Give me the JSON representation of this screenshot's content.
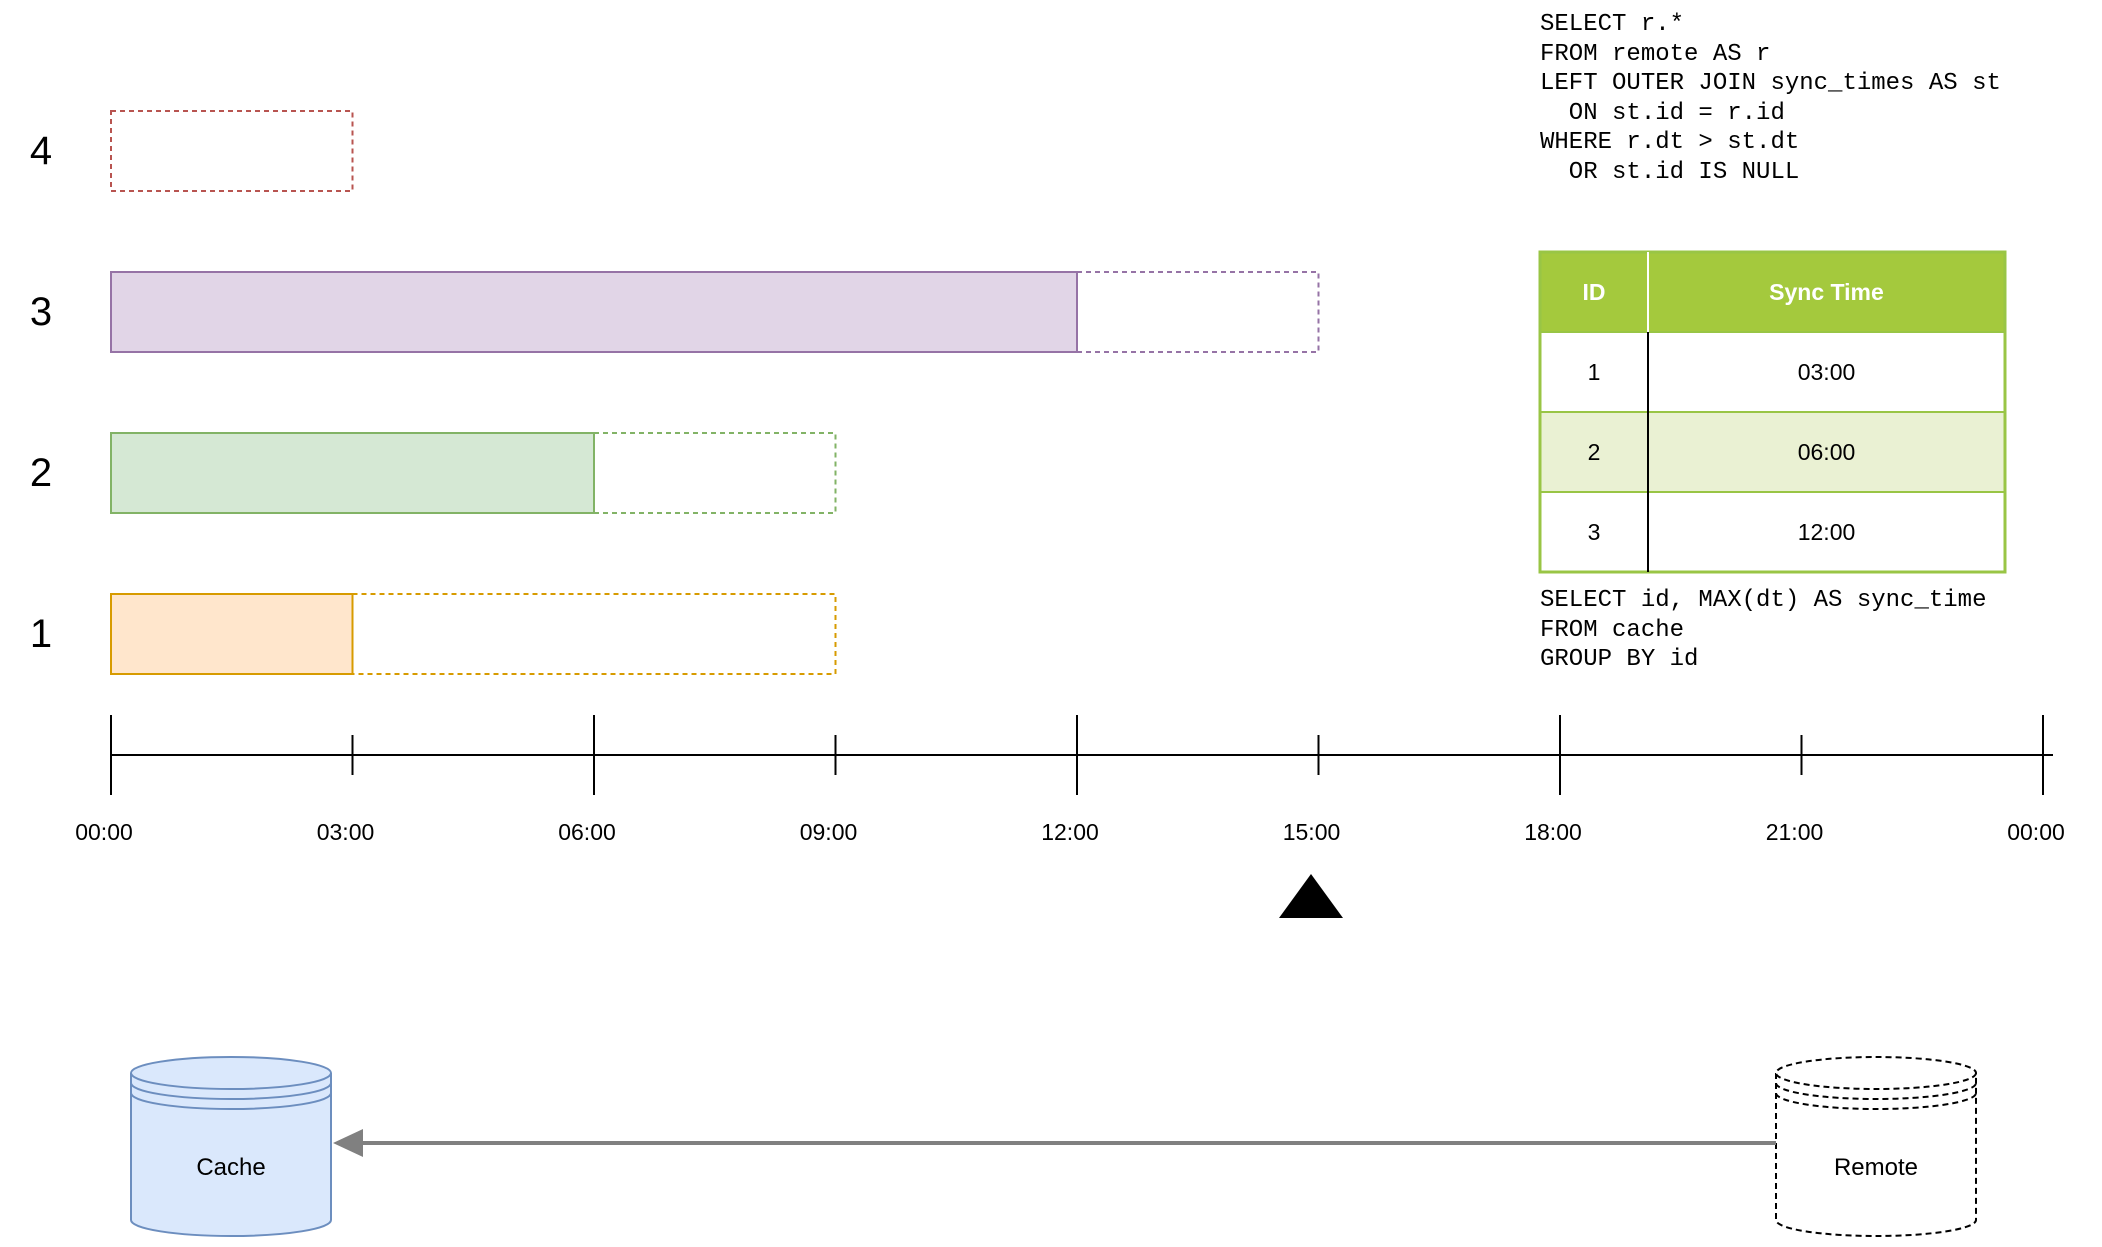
{
  "rows": [
    {
      "id": "4",
      "synced": null,
      "pending_to": "03:00",
      "fill": "#ffffff",
      "stroke": "#b85450"
    },
    {
      "id": "3",
      "synced": "12:00",
      "pending_to": "15:00",
      "fill": "#e1d5e7",
      "stroke": "#9673a6"
    },
    {
      "id": "2",
      "synced": "06:00",
      "pending_to": "09:00",
      "fill": "#d5e8d4",
      "stroke": "#82b366"
    },
    {
      "id": "1",
      "synced": "03:00",
      "pending_to": "09:00",
      "fill": "#ffe6cc",
      "stroke": "#d79b00"
    }
  ],
  "timeline": {
    "ticks": [
      "00:00",
      "03:00",
      "06:00",
      "09:00",
      "12:00",
      "15:00",
      "18:00",
      "21:00",
      "00:00"
    ],
    "current_time": "15:00"
  },
  "sql_top": [
    "SELECT r.*",
    "FROM remote AS r",
    "LEFT OUTER JOIN sync_times AS st",
    "  ON st.id = r.id",
    "WHERE r.dt > st.dt",
    "  OR st.id IS NULL"
  ],
  "sql_bottom": [
    "SELECT id, MAX(dt) AS sync_time",
    "FROM cache",
    "GROUP BY id"
  ],
  "sync_table": {
    "headers": [
      "ID",
      "Sync Time"
    ],
    "rows": [
      [
        "1",
        "03:00"
      ],
      [
        "2",
        "06:00"
      ],
      [
        "3",
        "12:00"
      ]
    ],
    "header_color": "#a4c93d",
    "alt_row_color": "#eaf1d3",
    "border_color": "#99c545"
  },
  "databases": {
    "cache_label": "Cache",
    "remote_label": "Remote"
  }
}
